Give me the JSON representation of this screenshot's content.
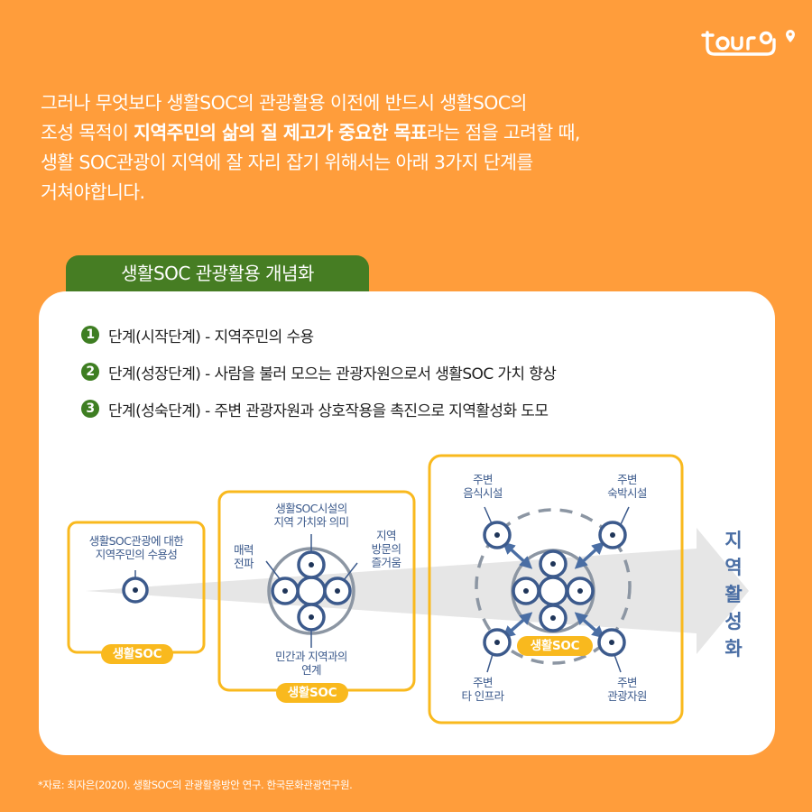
{
  "brand": {
    "logo_text": "tour9",
    "accent": "#FF9D3B",
    "green": "#467D23",
    "yellow": "#F9B91E",
    "navy": "#3C5A8C"
  },
  "intro": {
    "line1": "그러나 무엇보다 생활SOC의 관광활용 이전에 반드시 생활SOC의",
    "line2_pre": "조성 목적이 ",
    "line2_bold": "지역주민의 삶의 질 제고가 중요한 목표",
    "line2_post": "라는 점을 고려할 때,",
    "line3": "생활 SOC관광이 지역에 잘 자리 잡기 위해서는 아래 3가지 단계를",
    "line4": "거쳐야합니다."
  },
  "banner": {
    "title": "생활SOC 관광활용 개념화"
  },
  "steps": [
    {
      "num": "1",
      "text": "단계(시작단계) - 지역주민의 수용"
    },
    {
      "num": "2",
      "text": "단계(성장단계) - 사람을 불러 모으는 관광자원으로서 생활SOC 가치 향상"
    },
    {
      "num": "3",
      "text": "단계(성숙단계) - 주변 관광자원과 상호작용을 촉진으로 지역활성화 도모"
    }
  ],
  "diagram": {
    "stage1": {
      "label_line1": "생활SOC관광에 대한",
      "label_line2": "지역주민의 수용성",
      "pill": "생활SOC"
    },
    "stage2": {
      "top_line1": "생활SOC시설의",
      "top_line2": "지역 가치와 의미",
      "left_line1": "매력",
      "left_line2": "전파",
      "right_line1": "지역",
      "right_line2": "방문의",
      "right_line3": "즐거움",
      "bottom_line1": "민간과 지역과의",
      "bottom_line2": "연계",
      "pill": "생활SOC"
    },
    "stage3": {
      "tl_line1": "주변",
      "tl_line2": "음식시설",
      "tr_line1": "주변",
      "tr_line2": "숙박시설",
      "bl_line1": "주변",
      "bl_line2": "타 인프라",
      "br_line1": "주변",
      "br_line2": "관광자원",
      "pill": "생활SOC"
    },
    "result": {
      "c1": "지",
      "c2": "역",
      "c3": "활",
      "c4": "성",
      "c5": "화"
    }
  },
  "source": "*자료: 최자은(2020). 생활SOC의 관광활용방안 연구. 한국문화관광연구원."
}
